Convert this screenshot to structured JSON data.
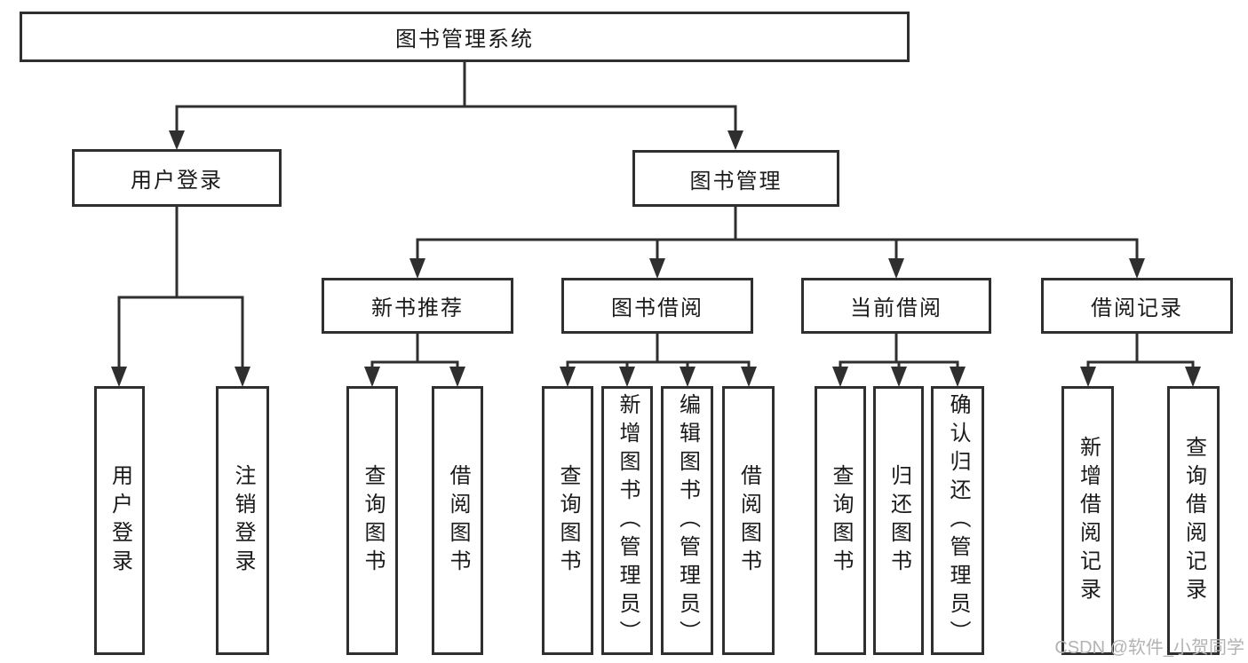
{
  "colors": {
    "line": "#2f2f2f",
    "text": "#1a1a1a",
    "watermark": "#b3b3b3"
  },
  "root": {
    "label": "图书管理系统"
  },
  "branches": [
    {
      "label": "用户登录",
      "children": [
        "用户登录",
        "注销登录"
      ]
    },
    {
      "label": "图书管理",
      "modules": [
        {
          "label": "新书推荐",
          "children": [
            "查询图书",
            "借阅图书"
          ]
        },
        {
          "label": "图书借阅",
          "children": [
            "查询图书",
            "新增图书（管理员）",
            "编辑图书（管理员）",
            "借阅图书"
          ]
        },
        {
          "label": "当前借阅",
          "children": [
            "查询图书",
            "归还图书",
            "确认归还（管理员）"
          ]
        },
        {
          "label": "借阅记录",
          "children": [
            "新增借阅记录",
            "查询借阅记录"
          ]
        }
      ]
    }
  ],
  "watermark": {
    "text": "CSDN @软件_小贺同学"
  }
}
